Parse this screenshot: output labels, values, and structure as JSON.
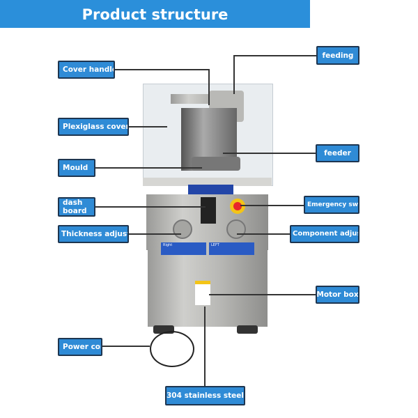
{
  "header": {
    "title": "Product structure"
  },
  "labels": {
    "feeding": "feeding",
    "cover_handle": "Cover handle",
    "plexiglass_cover": "Plexiglass cover",
    "feeder": "feeder",
    "mould": "Mould",
    "dash_board": "dash board",
    "emergency_switch": "Emergency switch",
    "thickness_adjuster": "Thickness adjuster",
    "component_adjuster": "Component adjuster",
    "motor_box": "Motor box",
    "power_cord": "Power cord",
    "stainless_steel": "304 stainless steel"
  },
  "panel": {
    "right": "Right",
    "left": "LEFT"
  },
  "colors": {
    "header": "#2b8fda",
    "label_fill": "#2f8bd6",
    "label_border": "#1d3550",
    "emergency": "#e8262b"
  }
}
